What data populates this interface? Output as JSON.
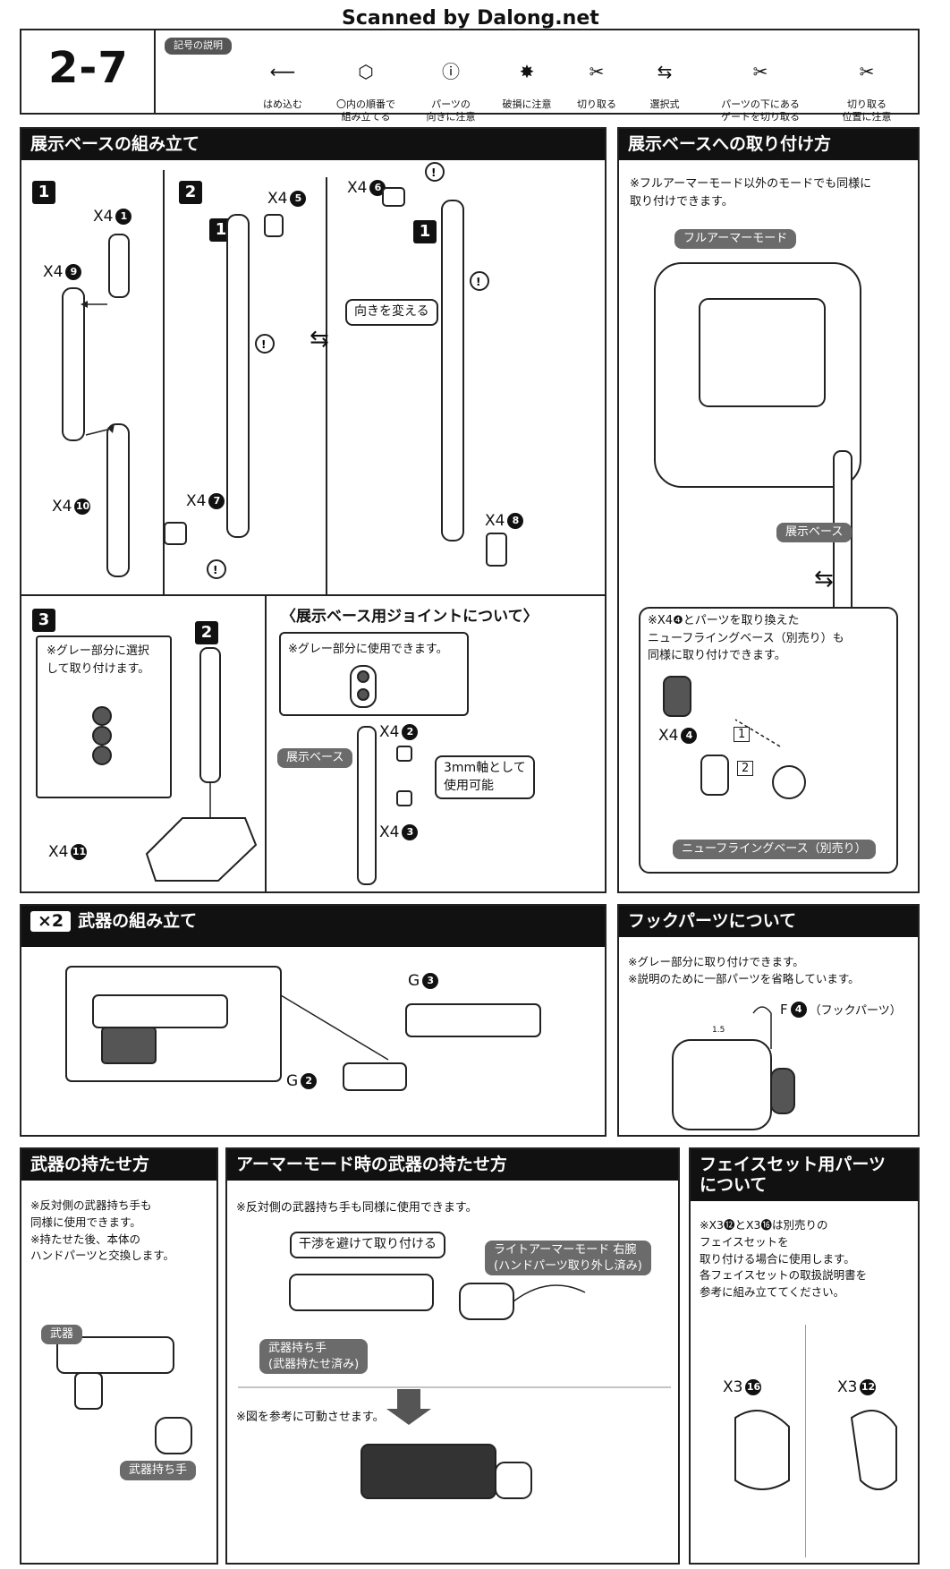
{
  "watermark": "Scanned by Dalong.net",
  "step": "2-7",
  "legend": {
    "title": "記号の説明",
    "items": [
      {
        "icon": "arrow-left",
        "label": "はめ込む"
      },
      {
        "icon": "circled-number",
        "label": "〇内の順番で\n組み立てる"
      },
      {
        "icon": "exclamation",
        "label": "パーツの\n向きに注意"
      },
      {
        "icon": "breakage",
        "label": "破損に注意"
      },
      {
        "icon": "cutting",
        "label": "切り取る"
      },
      {
        "icon": "double-arrow",
        "label": "選択式"
      },
      {
        "icon": "gate-cut",
        "label": "パーツの下にある\nゲートを切り取る"
      },
      {
        "icon": "cut-position",
        "label": "切り取る\n位置に注意"
      }
    ]
  },
  "base_assembly": {
    "title": "展示ベースの組み立て",
    "step1": {
      "num": "1",
      "qty_a": "X4",
      "part_a": "1",
      "qty_b": "X4",
      "part_b": "9",
      "qty_c": "X4",
      "part_c": "10"
    },
    "step2": {
      "num": "2",
      "ref": "1",
      "ref2": "1",
      "qty_5": "X4",
      "part_5": "5",
      "qty_7": "X4",
      "part_7": "7",
      "qty_6": "X4",
      "part_6": "6",
      "qty_8": "X4",
      "part_8": "8",
      "callout": "向きを変える"
    },
    "step3": {
      "num": "3",
      "ref": "2",
      "note": "※グレー部分に選択\nして取り付けます。",
      "qty": "X4",
      "part": "11"
    }
  },
  "joint": {
    "title": "〈展示ベース用ジョイントについて〉",
    "note": "※グレー部分に使用できます。",
    "label": "展示ベース",
    "qty_2": "X4",
    "part_2": "2",
    "qty_3": "X4",
    "part_3": "3",
    "callout": "3mm軸として\n使用可能"
  },
  "mounting": {
    "title": "展示ベースへの取り付け方",
    "note": "※フルアーマーモード以外のモードでも同様に\n取り付けできます。",
    "mode_label": "フルアーマーモード",
    "base_label": "展示ベース",
    "note2": "※X4❹とパーツを取り換えた\nニューフライングベース（別売り）も\n同様に取り付けできます。",
    "qty": "X4",
    "part": "4",
    "seq1": "1",
    "seq2": "2",
    "flying_label": "ニューフライングベース（別売り）"
  },
  "weapon": {
    "multiplier": "×2",
    "title": "武器の組み立て",
    "g3_letter": "G",
    "g3_num": "3",
    "g2_letter": "G",
    "g2_num": "2"
  },
  "hook": {
    "title": "フックパーツについて",
    "note": "※グレー部分に取り付けできます。\n※説明のために一部パーツを省略しています。",
    "letter": "F",
    "num": "4",
    "label": "（フックパーツ）",
    "mark": "1.5"
  },
  "hold": {
    "title": "武器の持たせ方",
    "note": "※反対側の武器持ち手も\n同様に使用できます。\n※持たせた後、本体の\nハンドパーツと交換します。",
    "weapon_label": "武器",
    "hand_label": "武器持ち手"
  },
  "armor_hold": {
    "title": "アーマーモード時の武器の持たせ方",
    "note": "※反対側の武器持ち手も同様に使用できます。",
    "callout": "干渉を避けて取り付ける",
    "arm_label": "ライトアーマーモード 右腕\n(ハンドパーツ取り外し済み)",
    "hand_label": "武器持ち手\n(武器持たせ済み)",
    "note2": "※図を参考に可動させます。"
  },
  "face": {
    "title": "フェイスセット用パーツ\nについて",
    "note": "※X3⓬とX3⓰は別売りの\nフェイスセットを\n取り付ける場合に使用します。\n各フェイスセットの取扱説明書を\n参考に組み立ててください。",
    "qty_16": "X3",
    "part_16": "16",
    "qty_12": "X3",
    "part_12": "12"
  }
}
